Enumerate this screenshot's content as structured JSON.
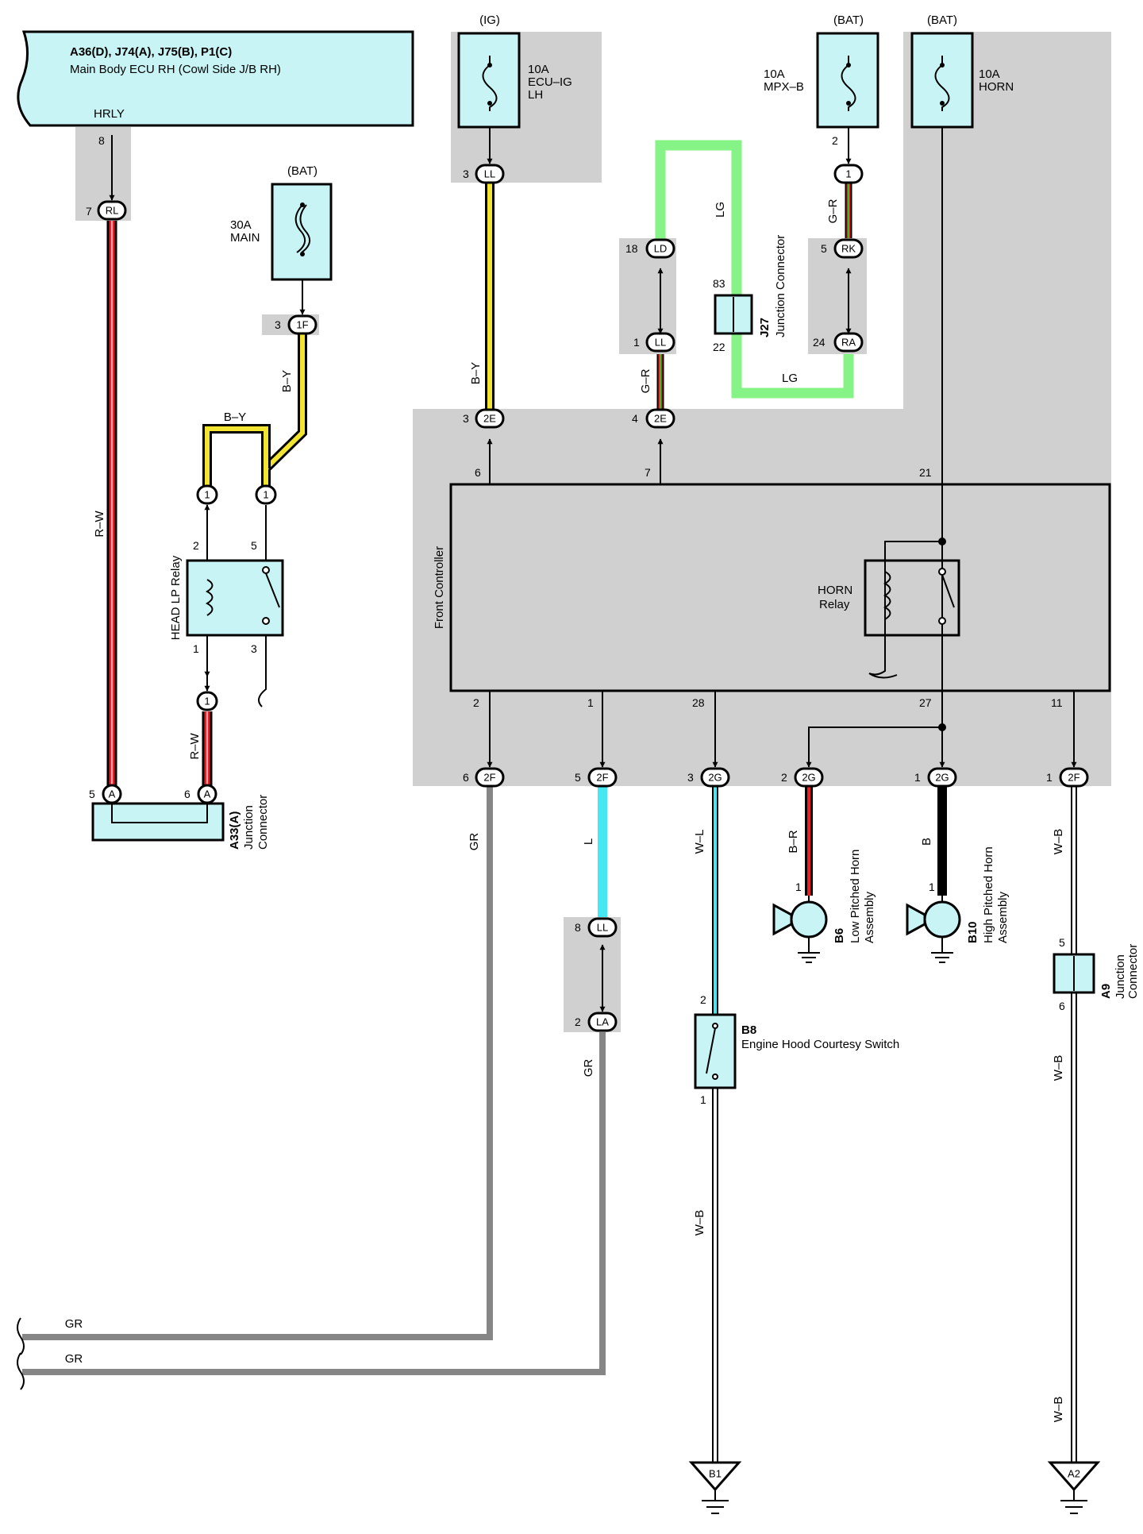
{
  "colors": {
    "shade": "#d0d0d0",
    "box_fill": "#c8f4f6",
    "red": "#ee1c24",
    "yellow": "#f2e531",
    "green_lg": "#86f386",
    "cyan": "#45e8f2",
    "gray_wire": "#868686",
    "black": "#000000"
  },
  "ecu": {
    "title": "A36(D), J74(A), J75(B), P1(C)",
    "subtitle": "Main Body ECU RH (Cowl Side J/B RH)",
    "terminal": "HRLY"
  },
  "power_labels": {
    "ig": "(IG)",
    "bat_main": "(BAT)",
    "bat_mpx": "(BAT)",
    "bat_horn": "(BAT)"
  },
  "fuses": {
    "ecu_ig": {
      "line1": "10A",
      "line2": "ECU–IG",
      "line3": "LH"
    },
    "mpx_b": {
      "line1": "10A",
      "line2": "MPX–B"
    },
    "horn": {
      "line1": "10A",
      "line2": "HORN"
    },
    "main": {
      "line1": "30A",
      "line2": "MAIN"
    }
  },
  "connectors": {
    "rl": "RL",
    "lf": "1F",
    "ll_top": "LL",
    "ld": "LD",
    "ll_mid": "LL",
    "rk": "RK",
    "ra": "RA",
    "one_mpx": "1",
    "e2_left": "2E",
    "e2_right": "2E",
    "relay_in_left": "1",
    "relay_in_right": "1",
    "relay_out": "1",
    "a_left": "A",
    "a_right": "A",
    "f2_gr": "2F",
    "f2_l": "2F",
    "g2_wl": "2G",
    "g2_br": "2G",
    "g2_b": "2G",
    "f2_wb": "2F",
    "ll_low": "LL",
    "la": "LA",
    "ground_b1": "B1",
    "ground_a2": "A2"
  },
  "pins": {
    "ecu_8": "8",
    "rl_7": "7",
    "lf_3": "3",
    "ll_3": "3",
    "ld_18": "18",
    "ll_1": "1",
    "mpx_2": "2",
    "rk_5": "5",
    "ra_24": "24",
    "j27_83": "83",
    "j27_22": "22",
    "e2_3": "3",
    "e2_4": "4",
    "fc_6": "6",
    "fc_7": "7",
    "fc_21": "21",
    "relay_2": "2",
    "relay_5": "5",
    "relay_1": "1",
    "relay_3": "3",
    "a_5": "5",
    "a_6": "6",
    "fc_2": "2",
    "fc_1": "1",
    "fc_28": "28",
    "fc_27": "27",
    "fc_11": "11",
    "f2_6": "6",
    "f2_5": "5",
    "g2_3": "3",
    "g2_2": "2",
    "g2_1": "1",
    "f2_1": "1",
    "b6_1": "1",
    "b10_1": "1",
    "ll_8": "8",
    "la_2": "2",
    "b8_2": "2",
    "b8_1": "1",
    "a9_5": "5",
    "a9_6": "6"
  },
  "wire_labels": {
    "rw_long": "R–W",
    "rw_short": "R–W",
    "by_relay": "B–Y",
    "by_main": "B–Y",
    "by_ig": "B–Y",
    "lg_top": "LG",
    "lg_bottom": "LG",
    "gr_mid": "G–R",
    "gr_mpx": "G–R",
    "gr_left_wire": "GR",
    "gr_la": "GR",
    "l_cyan": "L",
    "wl": "W–L",
    "br": "B–R",
    "b_black": "B",
    "wb_top": "W–B",
    "wb_mid": "W–B",
    "wb_low": "W–B",
    "wb_b1": "W–B",
    "gr_bottom1": "GR",
    "gr_bottom2": "GR"
  },
  "components": {
    "head_lp_relay": "HEAD LP Relay",
    "front_controller": "Front Controller",
    "horn_relay_line1": "HORN",
    "horn_relay_line2": "Relay",
    "j27_code": "J27",
    "j27_name": "Junction Connector",
    "a33_code": "A33(A)",
    "a33_name1": "Junction",
    "a33_name2": "Connector",
    "b6_code": "B6",
    "b6_name1": "Low Pitched Horn",
    "b6_name2": "Assembly",
    "b10_code": "B10",
    "b10_name1": "High Pitched Horn",
    "b10_name2": "Assembly",
    "b8_code": "B8",
    "b8_name": "Engine Hood Courtesy Switch",
    "a9_code": "A9",
    "a9_name1": "Junction",
    "a9_name2": "Connector"
  }
}
